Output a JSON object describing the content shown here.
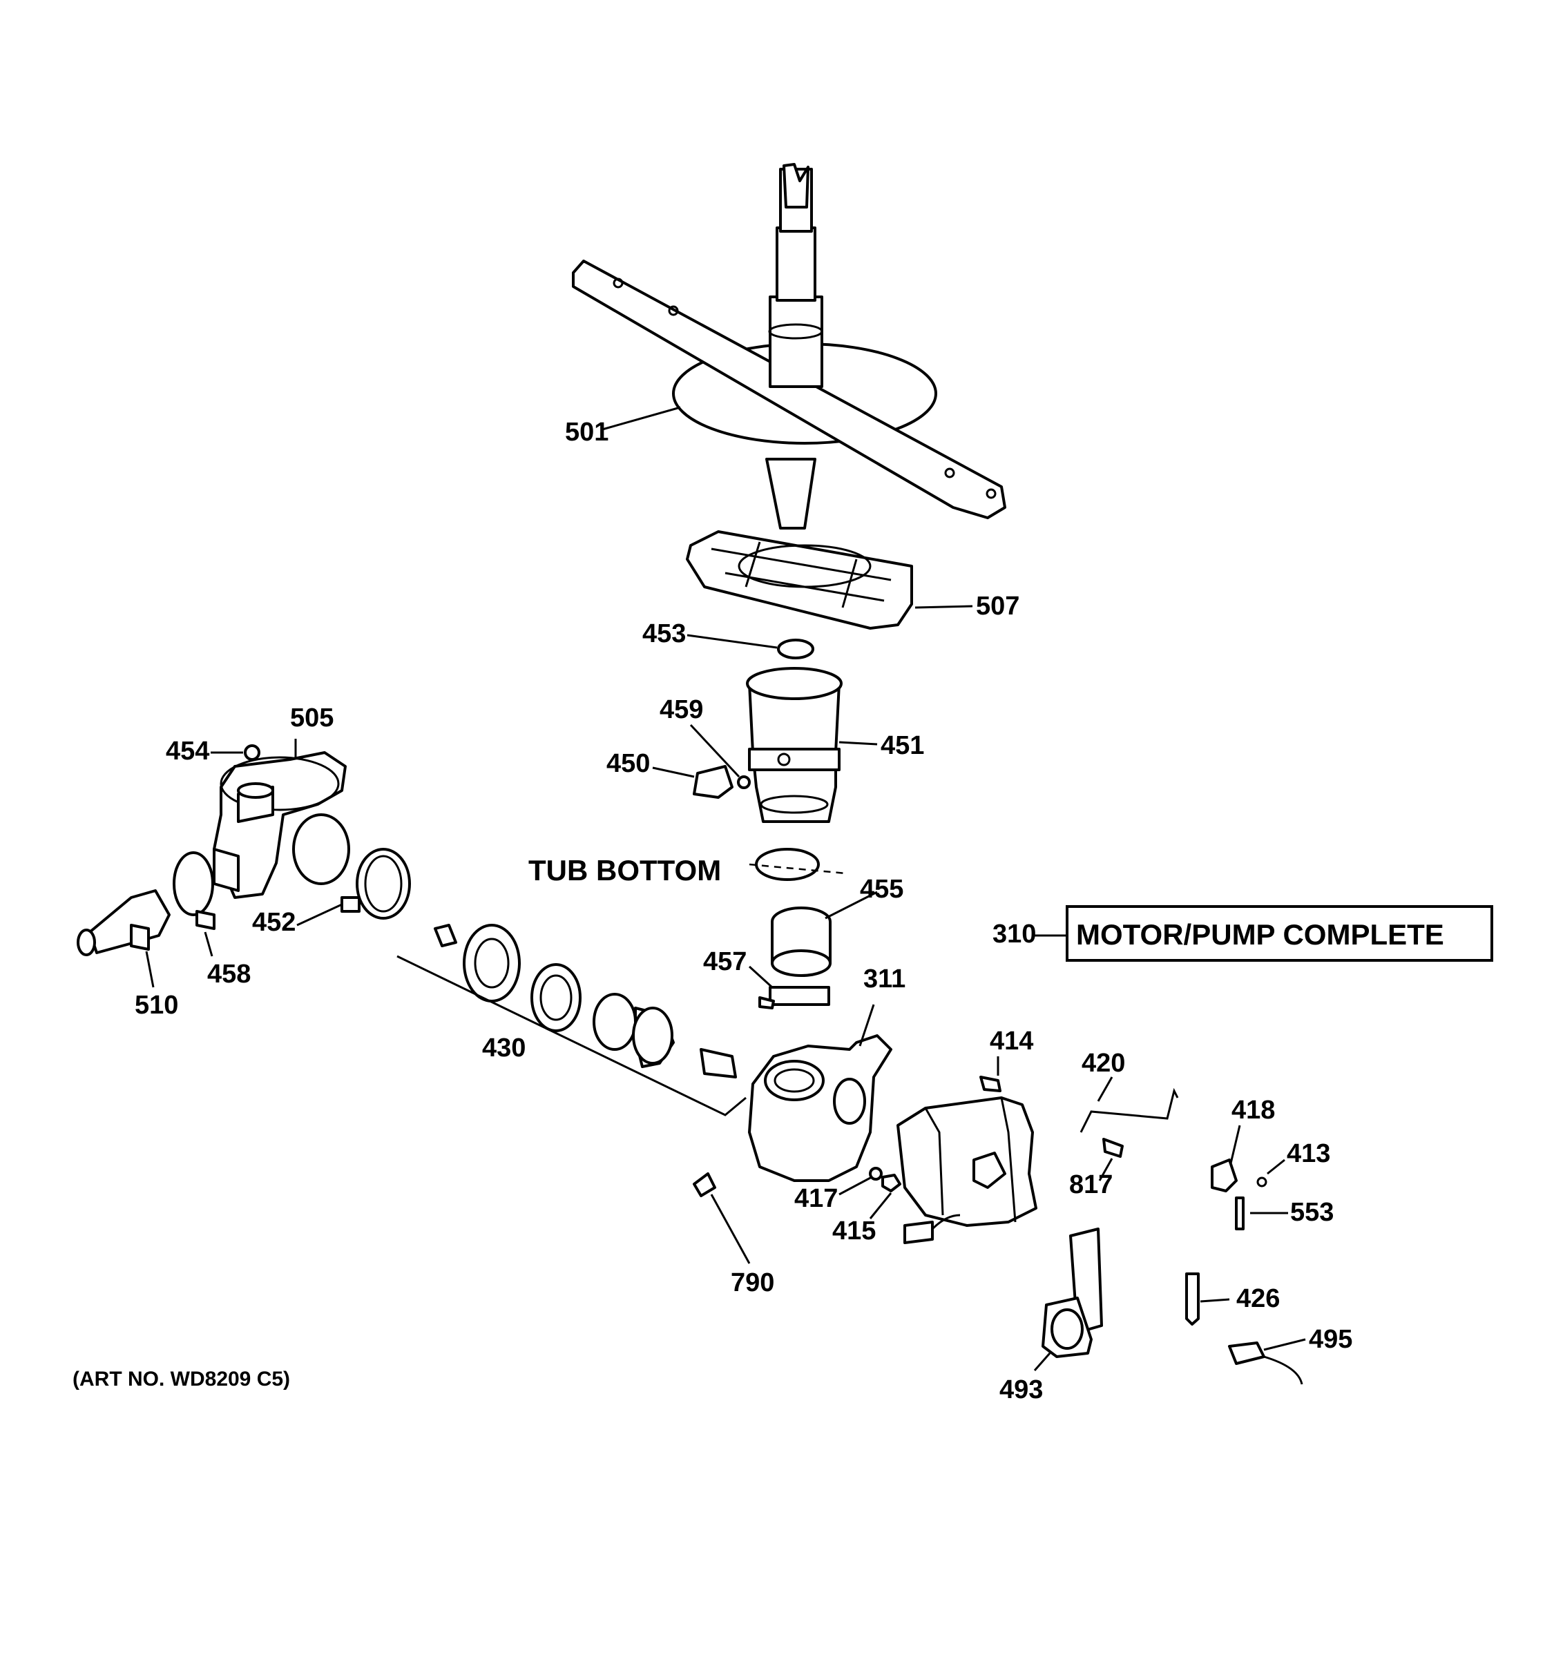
{
  "callouts": {
    "p501": "501",
    "p507": "507",
    "p453": "453",
    "p459": "459",
    "p451": "451",
    "p450": "450",
    "p505": "505",
    "p454": "454",
    "p455": "455",
    "p310": "310",
    "p457": "457",
    "p311": "311",
    "p452": "452",
    "p458": "458",
    "p510": "510",
    "p430": "430",
    "p414": "414",
    "p420": "420",
    "p418": "418",
    "p413": "413",
    "p817": "817",
    "p553": "553",
    "p417": "417",
    "p415": "415",
    "p790": "790",
    "p426": "426",
    "p495": "495",
    "p493": "493"
  },
  "labels": {
    "tub_bottom": "TUB BOTTOM",
    "motor_pump_complete": "MOTOR/PUMP COMPLETE",
    "art_no": "(ART NO. WD8209 C5)"
  }
}
